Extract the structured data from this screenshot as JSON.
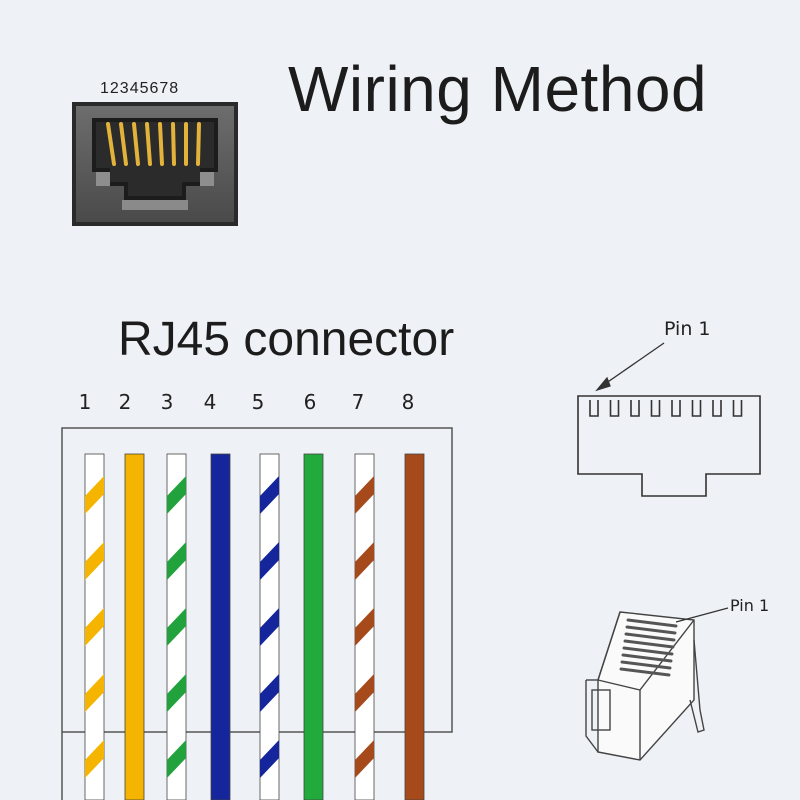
{
  "title": "Wiring Method",
  "subtitle": "RJ45 connector",
  "jack_pin_label": "12345678",
  "pin1_label_top": "Pin 1",
  "pin1_label_bottom": "Pin 1",
  "pins": [
    {
      "num": "1",
      "stripe": true,
      "color": "#f5b400"
    },
    {
      "num": "2",
      "stripe": false,
      "color": "#f5b400"
    },
    {
      "num": "3",
      "stripe": true,
      "color": "#22a23c"
    },
    {
      "num": "4",
      "stripe": false,
      "color": "#15259c"
    },
    {
      "num": "5",
      "stripe": true,
      "color": "#15259c"
    },
    {
      "num": "6",
      "stripe": false,
      "color": "#22aa3c"
    },
    {
      "num": "7",
      "stripe": true,
      "color": "#a64a1c"
    },
    {
      "num": "8",
      "stripe": false,
      "color": "#a64a1c"
    }
  ]
}
